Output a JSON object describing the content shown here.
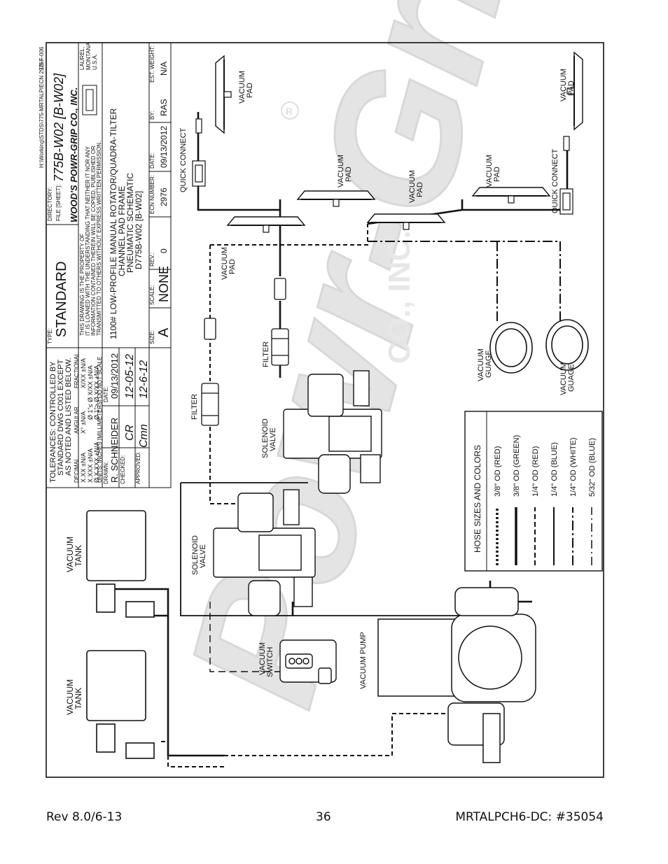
{
  "title_block": {
    "file_path": "H:\\Working\\STDS\\775-MRTALPIECN 2976 \\",
    "sheet_id_small": "1B-F-006",
    "tolerances": [
      "TOLERANCES: CONTROLLED BY",
      "STANDARD DWG C001 EXCEPT",
      "AS NOTED AND LISTED BELOW."
    ],
    "tol_headers": [
      "DECIMAL",
      "ANGULAR",
      "FRACTIONAL"
    ],
    "tol_rows": [
      [
        "X.XX ±N/A",
        "X° ±N/A",
        "X/XX ±N/A"
      ],
      [
        "X.XXX ±N/A",
        "Ø 1\"≤ Ø X/XX ±N/A",
        ""
      ],
      [
        "Ø X.XXX ±N/A",
        "Ø 1\"> Ø X/XX ±N/A",
        ""
      ]
    ],
    "units_note": "UNITS: INCHES [MILLIMETERS]  DO NOT SCALE",
    "drawn_label": "DRAWN:",
    "drawn_value": "R. SCHNEIDER",
    "date_label": "DATE:",
    "date_value": "09/13/2012",
    "checked_label": "CHECKED:",
    "checked_sig": "CR",
    "checked_date": "12-05-12",
    "approved_label": "APPROVED:",
    "approved_sig": "Cmn",
    "approved_date": "12-6-12",
    "size_label": "SIZE:",
    "size_value": "A",
    "scale_label": "SCALE:",
    "scale_value": "NONE",
    "rev_label": "REV.:",
    "rev_value": "0",
    "ecn_label": "ECN NUMBER:",
    "ecn_value": "2976",
    "date2_label": "DATE:",
    "date2_value": "09/13/2012",
    "by_label": "BY:",
    "by_value": "RAS",
    "weight_label": "EST. WEIGHT:",
    "weight_value": "N/A",
    "type_label": "TYPE:",
    "type_value": "STANDARD",
    "directory_label": "DIRECTORY:",
    "file_label": "FILE [SHEET]:",
    "drawing_number": "775B-W02 [B-W02]",
    "company": "WOOD'S POWR-GRIP CO., INC.",
    "location": [
      "LAUREL,",
      "MONTANA",
      "U.S.A."
    ],
    "property_note": [
      "THIS DRAWING IS THE PROPERTY OF",
      "IT IS LOANED WITH THE UNDERSTANDING THAT NEITHER IT NOR ANY",
      "INFORMATION CONTAINED THEREIN WILL BE COPIED, PUBLISHED OR",
      "TRANSMITTED TO OTHERS WITHOUT EXPRESS WRITTEN PERMISSION."
    ],
    "drawing_title": [
      "1100# LOW-PROFILE MANUAL ROTATOR/QUADRA-TILTER",
      "CHANNEL PAD FRAME",
      "PNEUMATIC SCHEMATIC",
      "D775B-W02 [B-W02]"
    ]
  },
  "components": {
    "vacuum_pad": [
      "VACUUM",
      "PAD"
    ],
    "quick_connect": "QUICK CONNECT",
    "filter": "FILTER",
    "solenoid_valve": [
      "SOLENOID",
      "VALVE"
    ],
    "vacuum_gauge": [
      "VACUUM",
      "GUAGE"
    ],
    "vacuum_tank": [
      "VACUUM",
      "TANK"
    ],
    "vacuum_switch": [
      "VACUUM",
      "SWITCH"
    ],
    "vacuum_pump": "VACUUM PUMP"
  },
  "legend": {
    "title": "HOSE SIZES AND COLORS",
    "items": [
      {
        "label": "3/8\" OD (RED)",
        "style": "dotted-heavy"
      },
      {
        "label": "3/8\" OD (GREEN)",
        "style": "solid-heavy"
      },
      {
        "label": "1/4\" OD (RED)",
        "style": "dashed"
      },
      {
        "label": "1/4\" OD (BLUE)",
        "style": "solid"
      },
      {
        "label": "1/4\" OD (WHITE)",
        "style": "dash-dot"
      },
      {
        "label": "5/32\" OD (BLUE)",
        "style": "long-dash-dot"
      }
    ]
  },
  "footer": {
    "left": "Rev 8.0/6-13",
    "center": "36",
    "right": "MRTALPCH6-DC: #35054"
  },
  "colors": {
    "ink": "#1a1a1a",
    "watermark": "#c9c9c9",
    "page": "#ffffff"
  }
}
